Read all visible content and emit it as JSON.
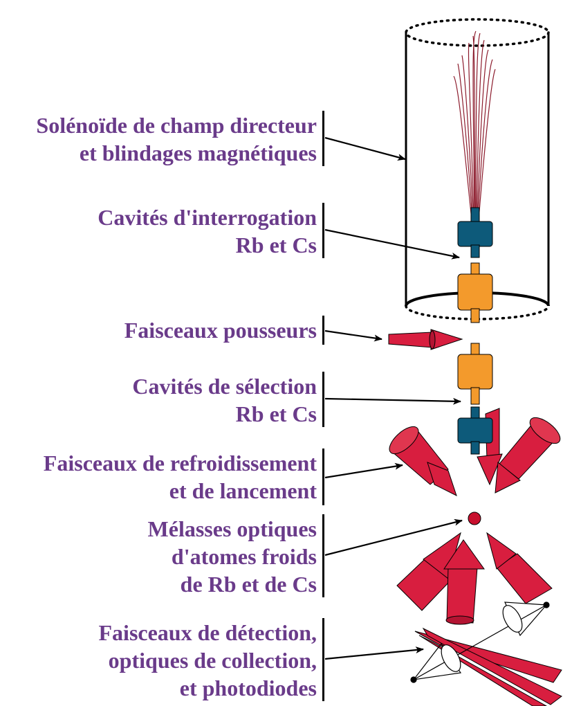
{
  "labels": [
    {
      "id": "solenoid",
      "lines": [
        "Solénoïde de champ directeur",
        "et blindages magnétiques"
      ]
    },
    {
      "id": "interrogation",
      "lines": [
        "Cavités d'interrogation",
        "Rb et Cs"
      ]
    },
    {
      "id": "pushers",
      "lines": [
        "Faisceaux pousseurs"
      ]
    },
    {
      "id": "selection",
      "lines": [
        "Cavités de sélection",
        "Rb et Cs"
      ]
    },
    {
      "id": "cooling",
      "lines": [
        "Faisceaux de refroidissement",
        "et de lancement"
      ]
    },
    {
      "id": "molasses",
      "lines": [
        "Mélasses optiques",
        "d'atomes froids",
        "de Rb et de Cs"
      ]
    },
    {
      "id": "detection",
      "lines": [
        "Faisceaux de détection,",
        "optiques de collection,",
        "et photodiodes"
      ]
    }
  ],
  "colors": {
    "label_text": "#6a3b8a",
    "laser_red": "#d81e3f",
    "cavity_orange": "#f39a2c",
    "cavity_teal": "#0d5a7a",
    "fountain_trajectory": "#8b1a2b",
    "outline": "#000000"
  }
}
